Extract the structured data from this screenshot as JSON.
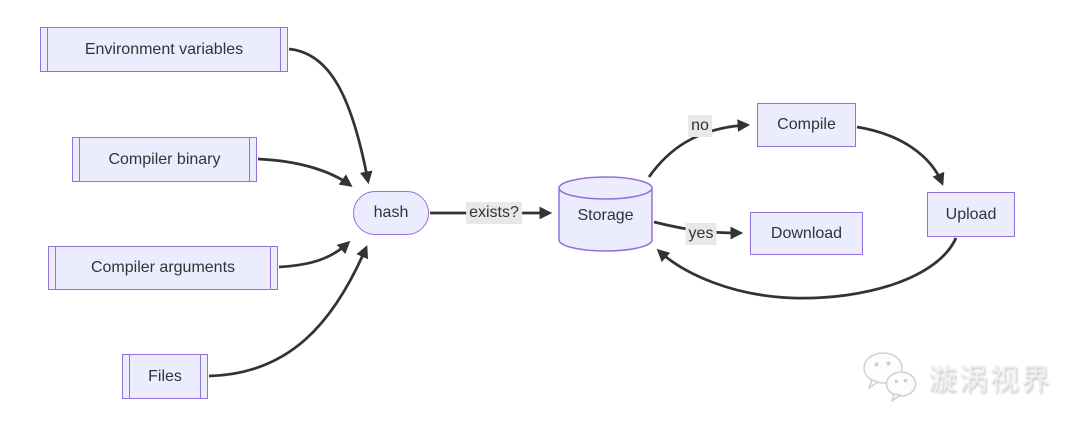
{
  "diagram": {
    "type": "flowchart",
    "nodes": {
      "environment_variables": {
        "label": "Environment variables",
        "shape": "subroutine"
      },
      "compiler_binary": {
        "label": "Compiler binary",
        "shape": "subroutine"
      },
      "compiler_arguments": {
        "label": "Compiler arguments",
        "shape": "subroutine"
      },
      "files": {
        "label": "Files",
        "shape": "subroutine"
      },
      "hash": {
        "label": "hash",
        "shape": "stadium"
      },
      "storage": {
        "label": "Storage",
        "shape": "cylinder"
      },
      "compile": {
        "label": "Compile",
        "shape": "rect"
      },
      "download": {
        "label": "Download",
        "shape": "rect"
      },
      "upload": {
        "label": "Upload",
        "shape": "rect"
      }
    },
    "edges": [
      {
        "from": "environment_variables",
        "to": "hash",
        "label": ""
      },
      {
        "from": "compiler_binary",
        "to": "hash",
        "label": ""
      },
      {
        "from": "compiler_arguments",
        "to": "hash",
        "label": ""
      },
      {
        "from": "files",
        "to": "hash",
        "label": ""
      },
      {
        "from": "hash",
        "to": "storage",
        "label": "exists?"
      },
      {
        "from": "storage",
        "to": "compile",
        "label": "no"
      },
      {
        "from": "storage",
        "to": "download",
        "label": "yes"
      },
      {
        "from": "compile",
        "to": "upload",
        "label": ""
      },
      {
        "from": "upload",
        "to": "storage",
        "label": ""
      }
    ],
    "edge_labels": {
      "exists": "exists?",
      "no": "no",
      "yes": "yes"
    }
  },
  "watermark": {
    "icon": "wechat-logo",
    "text": "漩涡视界"
  },
  "colors": {
    "background": "#ffffff",
    "node_fill": "#ECECFF",
    "node_border": "#9370DB",
    "text": "#333333",
    "arrow": "#333333",
    "edge_label_bg": "#e8e8e8",
    "watermark": "#f0f0f0"
  }
}
